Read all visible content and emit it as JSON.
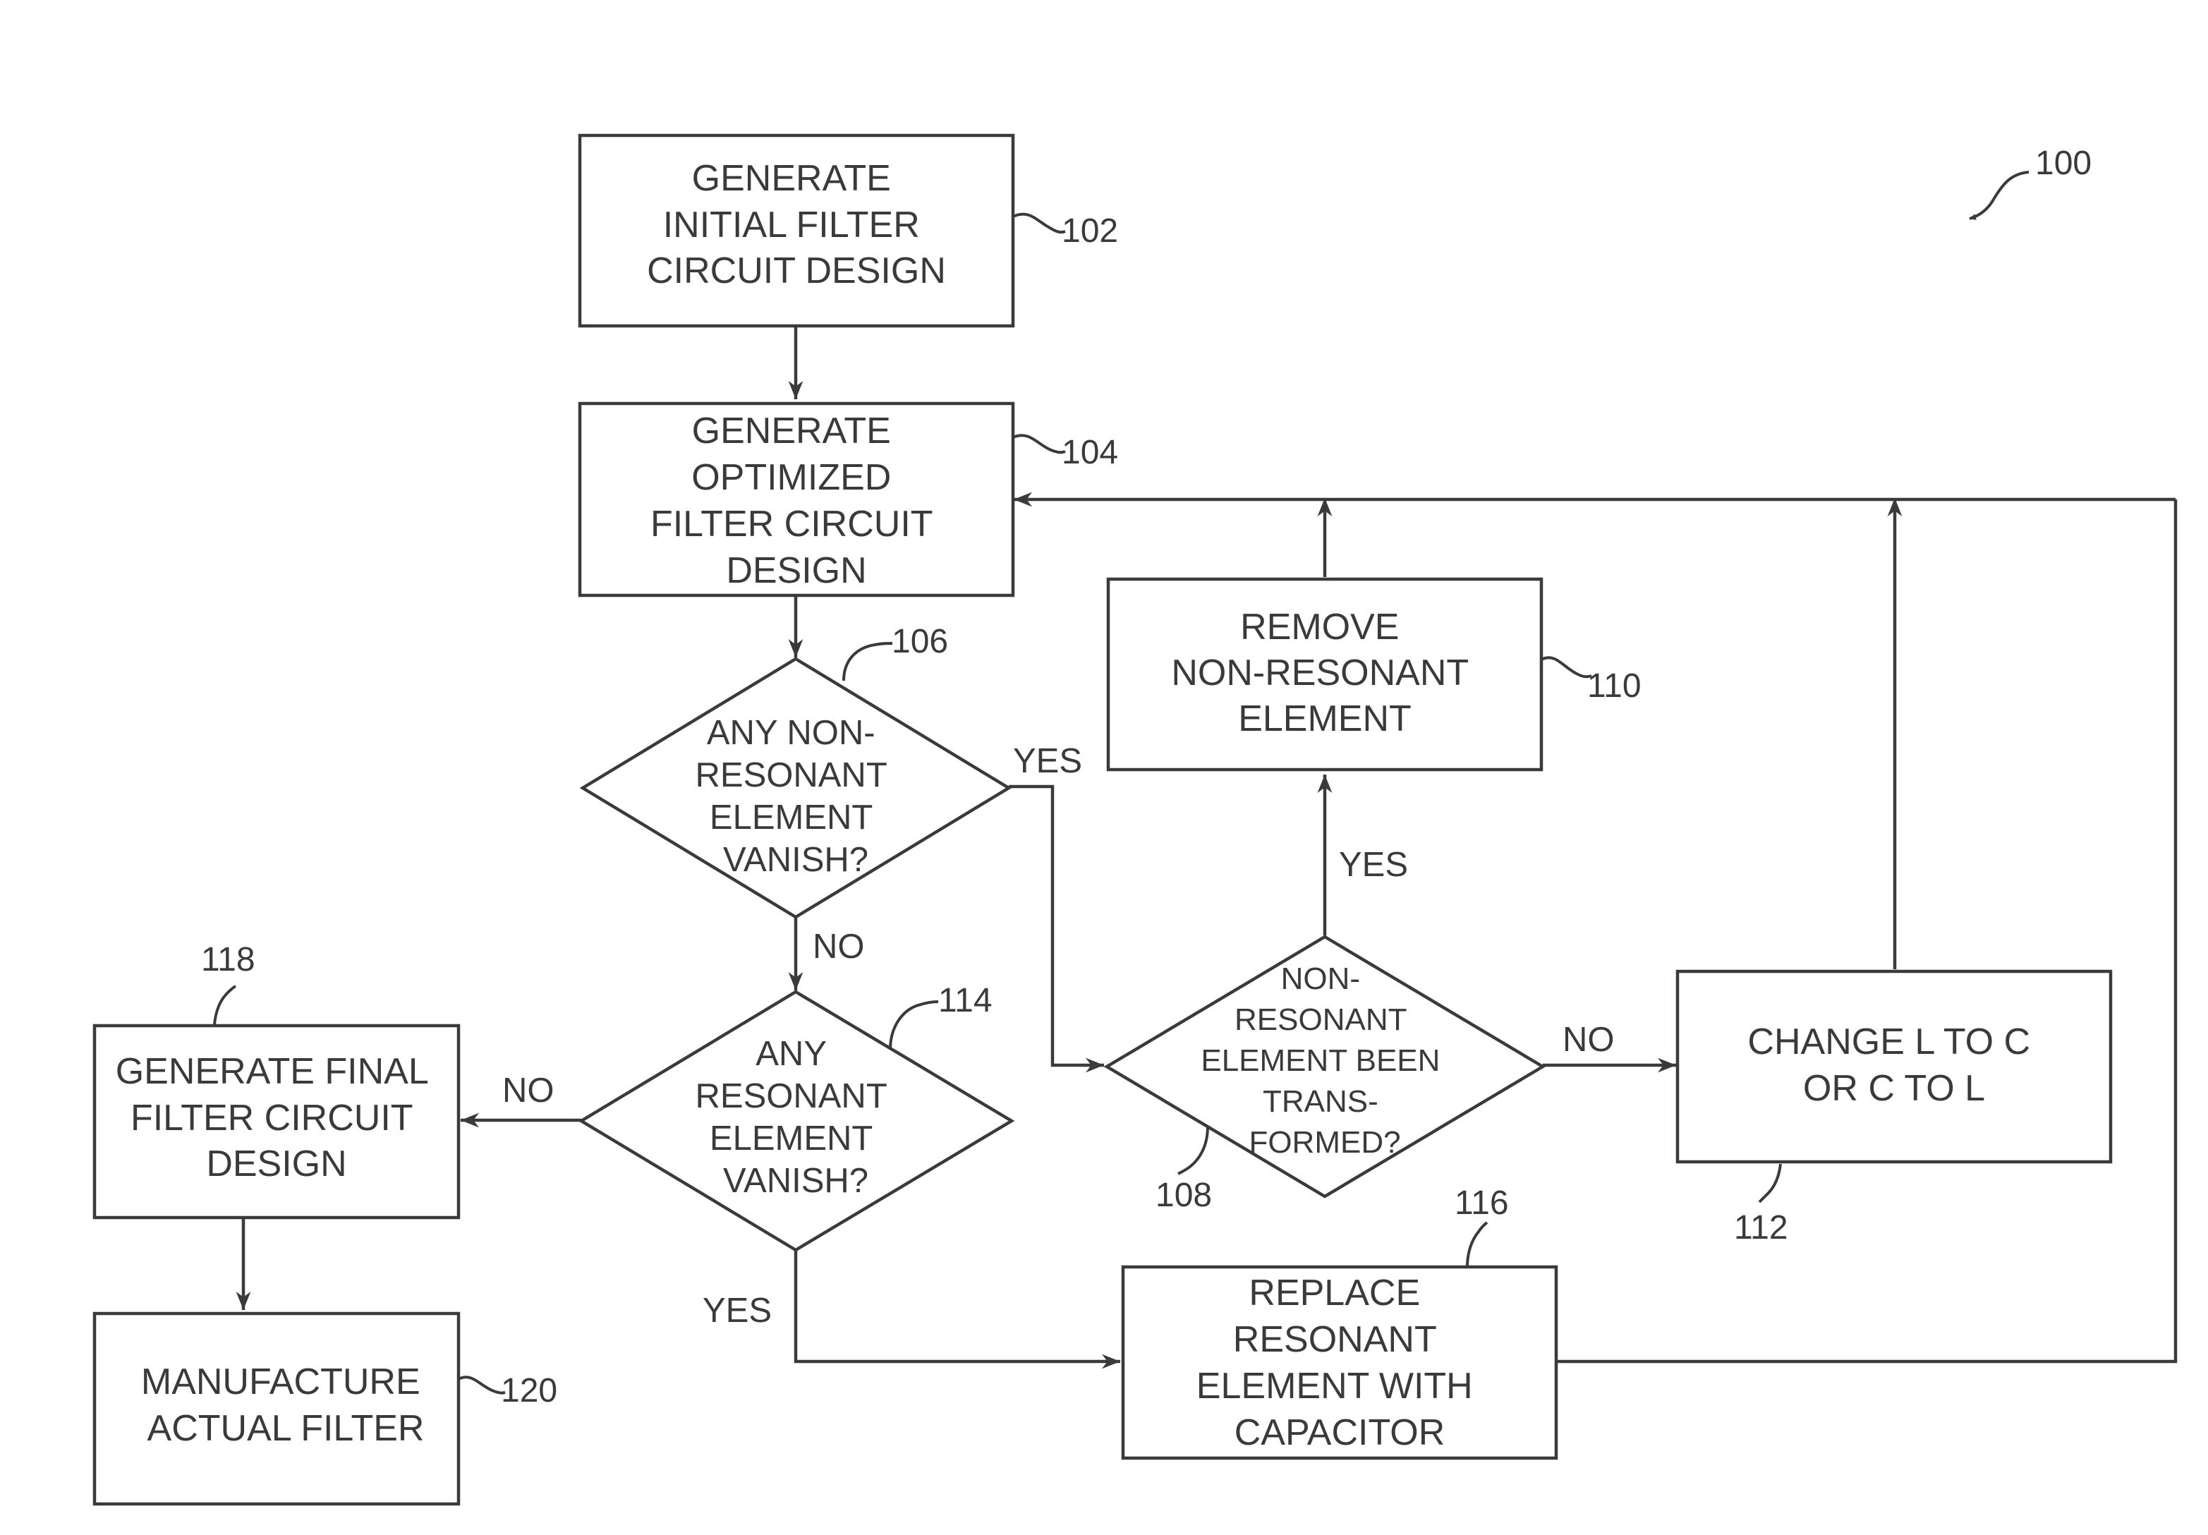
{
  "figure": {
    "number": "100"
  },
  "nodes": {
    "n102": {
      "ref": "102",
      "lines": [
        "GENERATE",
        "INITIAL FILTER",
        "CIRCUIT DESIGN"
      ]
    },
    "n104": {
      "ref": "104",
      "lines": [
        "GENERATE",
        "OPTIMIZED",
        "FILTER CIRCUIT",
        "DESIGN"
      ]
    },
    "n106": {
      "ref": "106",
      "lines": [
        "ANY NON-",
        "RESONANT",
        "ELEMENT",
        "VANISH?"
      ]
    },
    "n108": {
      "ref": "108",
      "lines": [
        "NON-",
        "RESONANT",
        "ELEMENT BEEN",
        "TRANS-",
        "FORMED?"
      ]
    },
    "n110": {
      "ref": "110",
      "lines": [
        "REMOVE",
        "NON-RESONANT",
        "ELEMENT"
      ]
    },
    "n112": {
      "ref": "112",
      "lines": [
        "CHANGE L TO C",
        "OR C TO L"
      ]
    },
    "n114": {
      "ref": "114",
      "lines": [
        "ANY",
        "RESONANT",
        "ELEMENT",
        "VANISH?"
      ]
    },
    "n116": {
      "ref": "116",
      "lines": [
        "REPLACE",
        "RESONANT",
        "ELEMENT WITH",
        "CAPACITOR"
      ]
    },
    "n118": {
      "ref": "118",
      "lines": [
        "GENERATE FINAL",
        "FILTER CIRCUIT",
        "DESIGN"
      ]
    },
    "n120": {
      "ref": "120",
      "lines": [
        "MANUFACTURE",
        "ACTUAL FILTER"
      ]
    }
  },
  "edge_labels": {
    "e106_yes": "YES",
    "e106_no": "NO",
    "e108_yes": "YES",
    "e108_no": "NO",
    "e114_no": "NO",
    "e114_yes": "YES"
  }
}
